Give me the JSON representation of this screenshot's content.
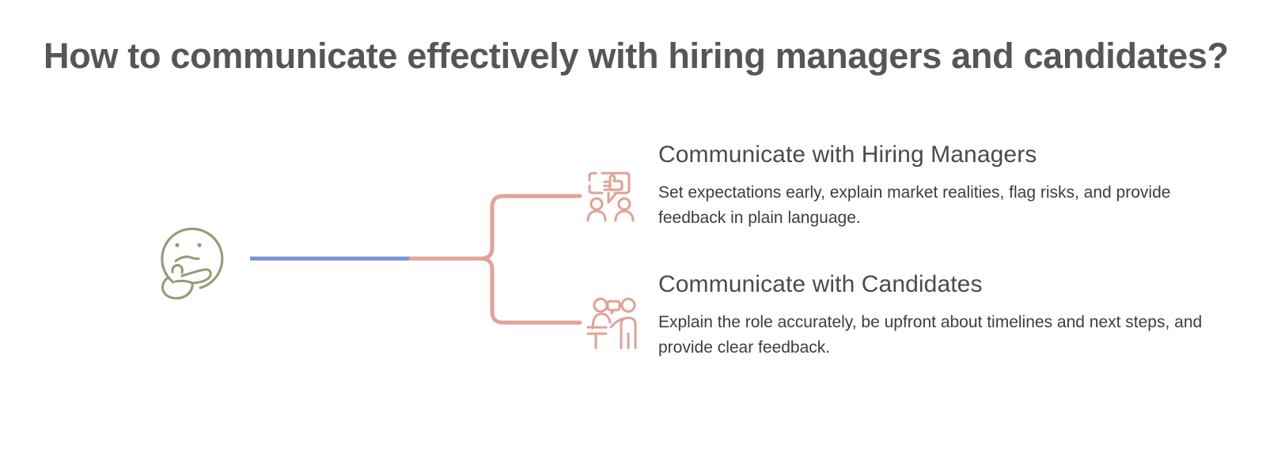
{
  "page": {
    "title": "How to communicate effectively with hiring managers and candidates?",
    "background_color": "#ffffff",
    "title_color": "#565656"
  },
  "colors": {
    "title_grey": "#565656",
    "heading_grey": "#4b4b4b",
    "body_grey": "#3d3d3d",
    "connector_blue": "#7a93d6",
    "connector_salmon": "#e3a297",
    "icon_salmon": "#e0a196",
    "central_icon_olive": "#9c9878"
  },
  "central_node": {
    "icon": "thinking-face-icon",
    "label": ""
  },
  "branches": [
    {
      "icon": "speech-bubble-thumbs-up-two-people-icon",
      "heading": "Communicate with Hiring Managers",
      "body": "Set expectations early, explain market realities, flag risks, and provide feedback in plain language."
    },
    {
      "icon": "interview-desk-two-people-icon",
      "heading": "Communicate with Candidates",
      "body": "Explain the role accurately, be upfront about timelines and next steps, and provide clear feedback."
    }
  ]
}
